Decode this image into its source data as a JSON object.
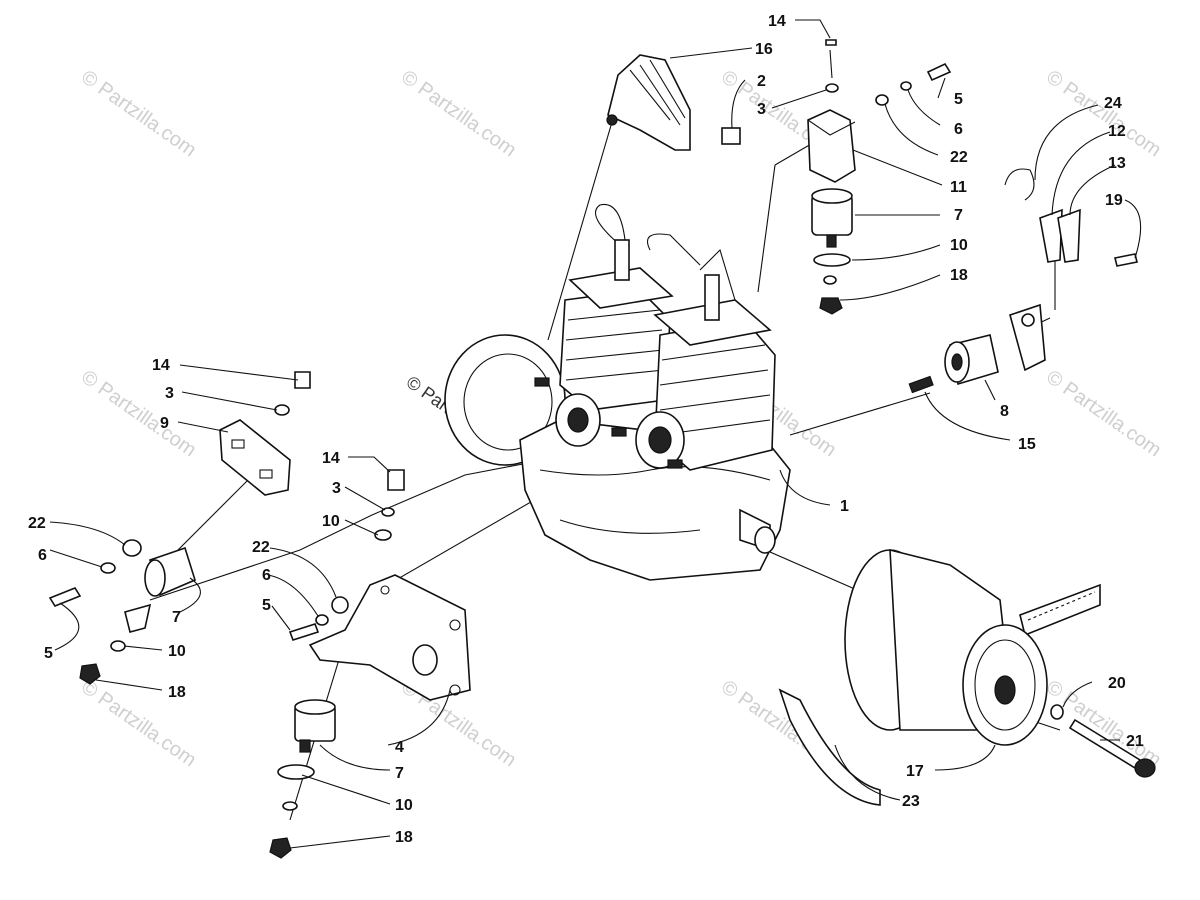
{
  "watermark": "© Partzilla.com",
  "callouts": [
    "1",
    "2",
    "3",
    "4",
    "5",
    "6",
    "7",
    "8",
    "9",
    "10",
    "11",
    "12",
    "13",
    "14",
    "15",
    "16",
    "17",
    "18",
    "19",
    "20",
    "21",
    "22",
    "23",
    "24"
  ]
}
